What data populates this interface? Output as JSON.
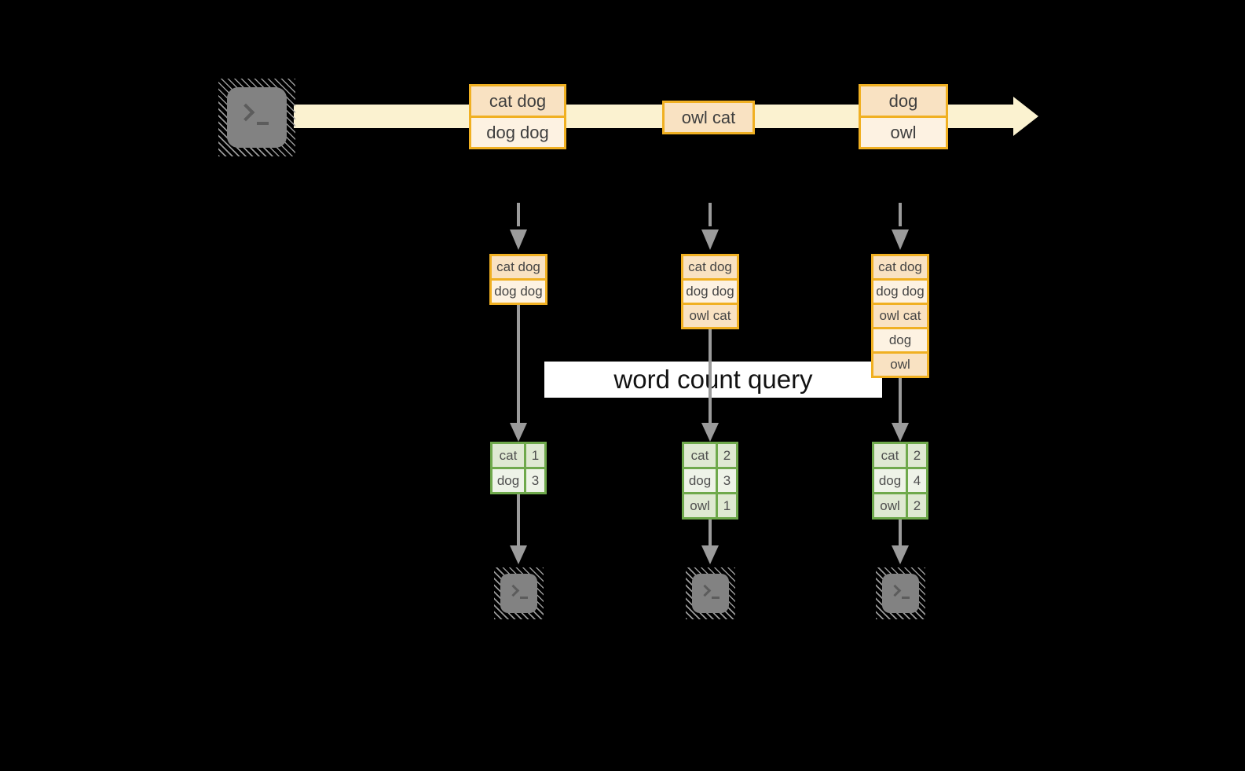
{
  "query": {
    "label": "word count query"
  },
  "stream": {
    "source_icon": "terminal-icon",
    "batches": [
      {
        "rows": [
          "cat dog",
          "dog dog"
        ]
      },
      {
        "rows": [
          "owl cat"
        ]
      },
      {
        "rows": [
          "dog",
          "owl"
        ]
      }
    ]
  },
  "micro_batches": [
    {
      "input_rows": [
        "cat dog",
        "dog dog"
      ],
      "counts": [
        {
          "word": "cat",
          "count": "1"
        },
        {
          "word": "dog",
          "count": "3"
        }
      ],
      "sink_icon": "terminal-icon"
    },
    {
      "input_rows": [
        "cat dog",
        "dog dog",
        "owl cat"
      ],
      "counts": [
        {
          "word": "cat",
          "count": "2"
        },
        {
          "word": "dog",
          "count": "3"
        },
        {
          "word": "owl",
          "count": "1"
        }
      ],
      "sink_icon": "terminal-icon"
    },
    {
      "input_rows": [
        "cat dog",
        "dog dog",
        "owl cat",
        "dog",
        "owl"
      ],
      "counts": [
        {
          "word": "cat",
          "count": "2"
        },
        {
          "word": "dog",
          "count": "4"
        },
        {
          "word": "owl",
          "count": "2"
        }
      ],
      "sink_icon": "terminal-icon"
    }
  ],
  "colors": {
    "background": "#000000",
    "stream_arrow": "#fbf2d0",
    "box_border": "#f0b022",
    "box_fill_dark": "#f9e2c2",
    "box_fill_light": "#fdf2e2",
    "table_border": "#6fa94c",
    "table_fill_dark": "#dfe9d2",
    "table_fill_light": "#eef3e8",
    "connector_gray": "#9b9b9b",
    "terminal_gray": "#828282"
  }
}
